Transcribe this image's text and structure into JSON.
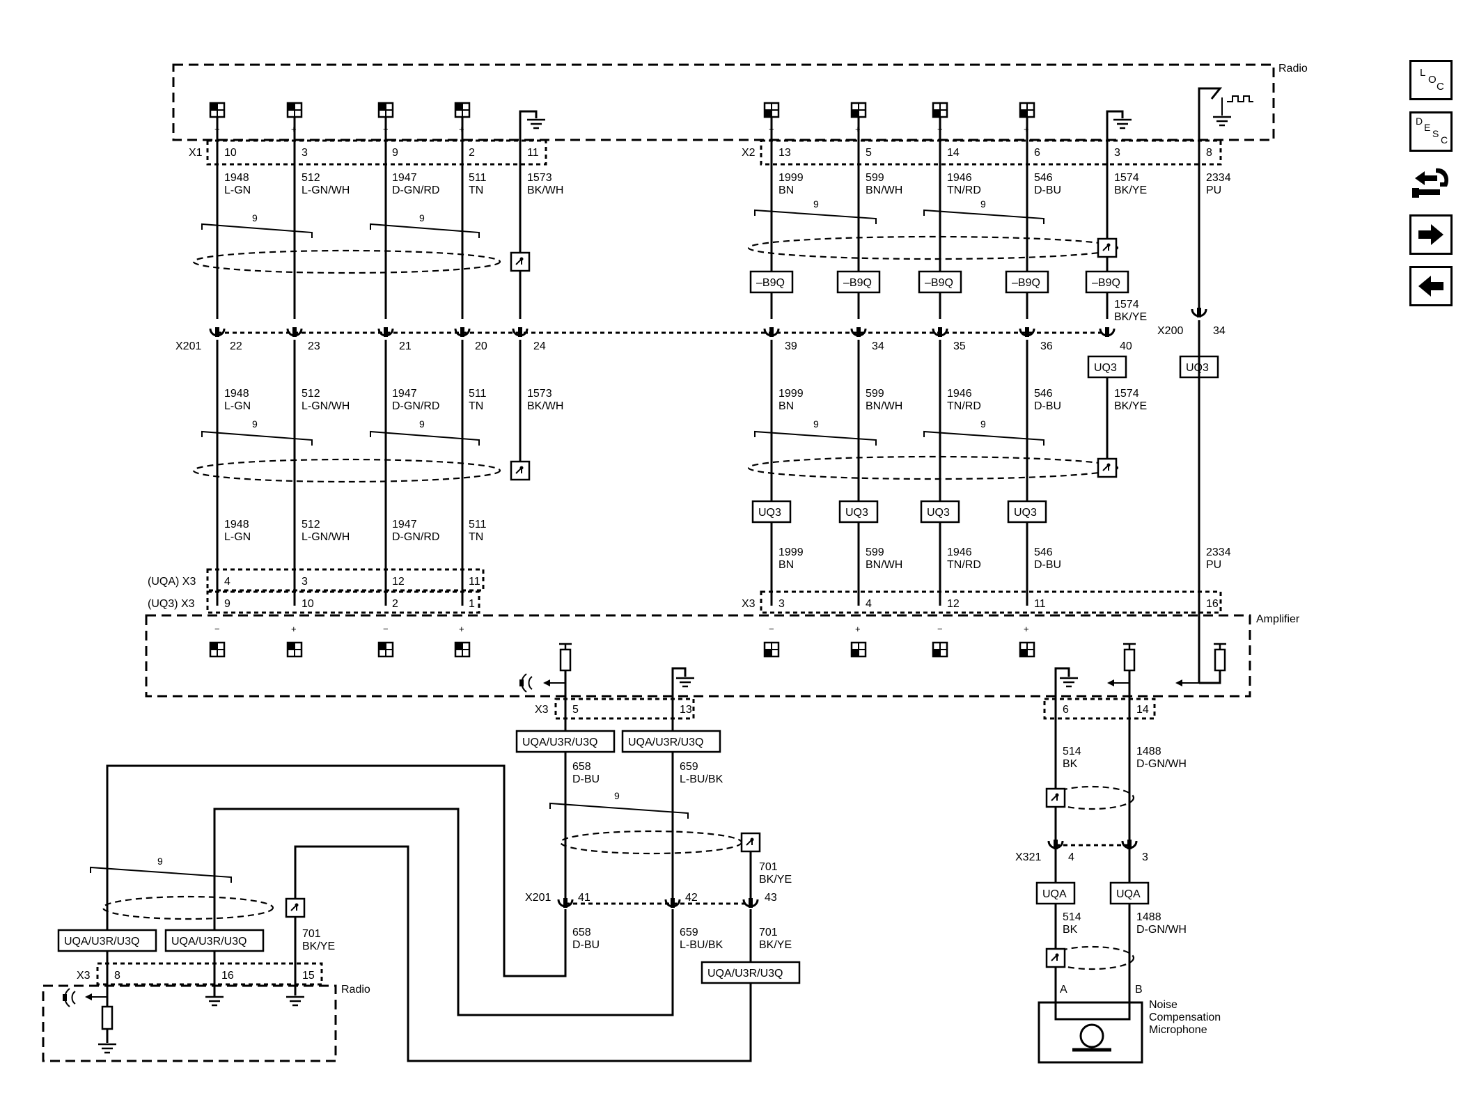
{
  "components": {
    "radio": "Radio",
    "amplifier": "Amplifier",
    "radio_bottom": "Radio",
    "microphone": "Noise\nCompensation\nMicrophone"
  },
  "connectors": {
    "x1": "X1",
    "x2": "X2",
    "x201": "X201",
    "x200": "X200",
    "x3": "X3",
    "x321": "X321",
    "uqa_x3": "(UQA) X3",
    "uq3_x3": "(UQ3) X3",
    "amp_x3": "X3",
    "x201b": "X201",
    "x321b": "X321",
    "radio_x3": "X3"
  },
  "pins": {
    "x1": [
      "10",
      "3",
      "9",
      "2",
      "11"
    ],
    "x2": [
      "13",
      "5",
      "14",
      "6",
      "3",
      "8"
    ],
    "x201_left": [
      "22",
      "23",
      "21",
      "20",
      "24"
    ],
    "x201_right": [
      "39",
      "34",
      "35",
      "36",
      "40"
    ],
    "x200": "34",
    "uqa_x3": [
      "4",
      "3",
      "12",
      "11"
    ],
    "uq3_x3": [
      "9",
      "10",
      "2",
      "1"
    ],
    "amp_x3": [
      "3",
      "4",
      "12",
      "11",
      "16"
    ],
    "amp_lower": [
      "5",
      "13",
      "6",
      "14"
    ],
    "x201b": [
      "41",
      "42",
      "43"
    ],
    "x321": [
      "4",
      "3"
    ],
    "mic": [
      "A",
      "B"
    ],
    "radio_bottom": [
      "8",
      "16",
      "15"
    ]
  },
  "polarity": {
    "minus": "−",
    "plus": "+"
  },
  "twist_label": "9",
  "wires": {
    "left": [
      {
        "circuit": "1948",
        "color": "L-GN"
      },
      {
        "circuit": "512",
        "color": "L-GN/WH"
      },
      {
        "circuit": "1947",
        "color": "D-GN/RD"
      },
      {
        "circuit": "511",
        "color": "TN"
      },
      {
        "circuit": "1573",
        "color": "BK/WH"
      }
    ],
    "right": [
      {
        "circuit": "1999",
        "color": "BN"
      },
      {
        "circuit": "599",
        "color": "BN/WH"
      },
      {
        "circuit": "1946",
        "color": "TN/RD"
      },
      {
        "circuit": "546",
        "color": "D-BU"
      },
      {
        "circuit": "1574",
        "color": "BK/YE"
      },
      {
        "circuit": "2334",
        "color": "PU"
      }
    ],
    "mid": [
      {
        "circuit": "658",
        "color": "D-BU"
      },
      {
        "circuit": "659",
        "color": "L-BU/BK"
      },
      {
        "circuit": "701",
        "color": "BK/YE"
      }
    ],
    "mic": [
      {
        "circuit": "514",
        "color": "BK"
      },
      {
        "circuit": "1488",
        "color": "D-GN/WH"
      }
    ]
  },
  "options": {
    "b9q": "–B9Q",
    "uq3": "UQ3",
    "uqa": "UQA",
    "combo": "UQA/U3R/U3Q"
  },
  "nav": {
    "loc": "LOC",
    "desc": "DESC",
    "connector_icon": "connector-icon",
    "next_icon": "arrow-right-icon",
    "prev_icon": "arrow-left-icon"
  }
}
